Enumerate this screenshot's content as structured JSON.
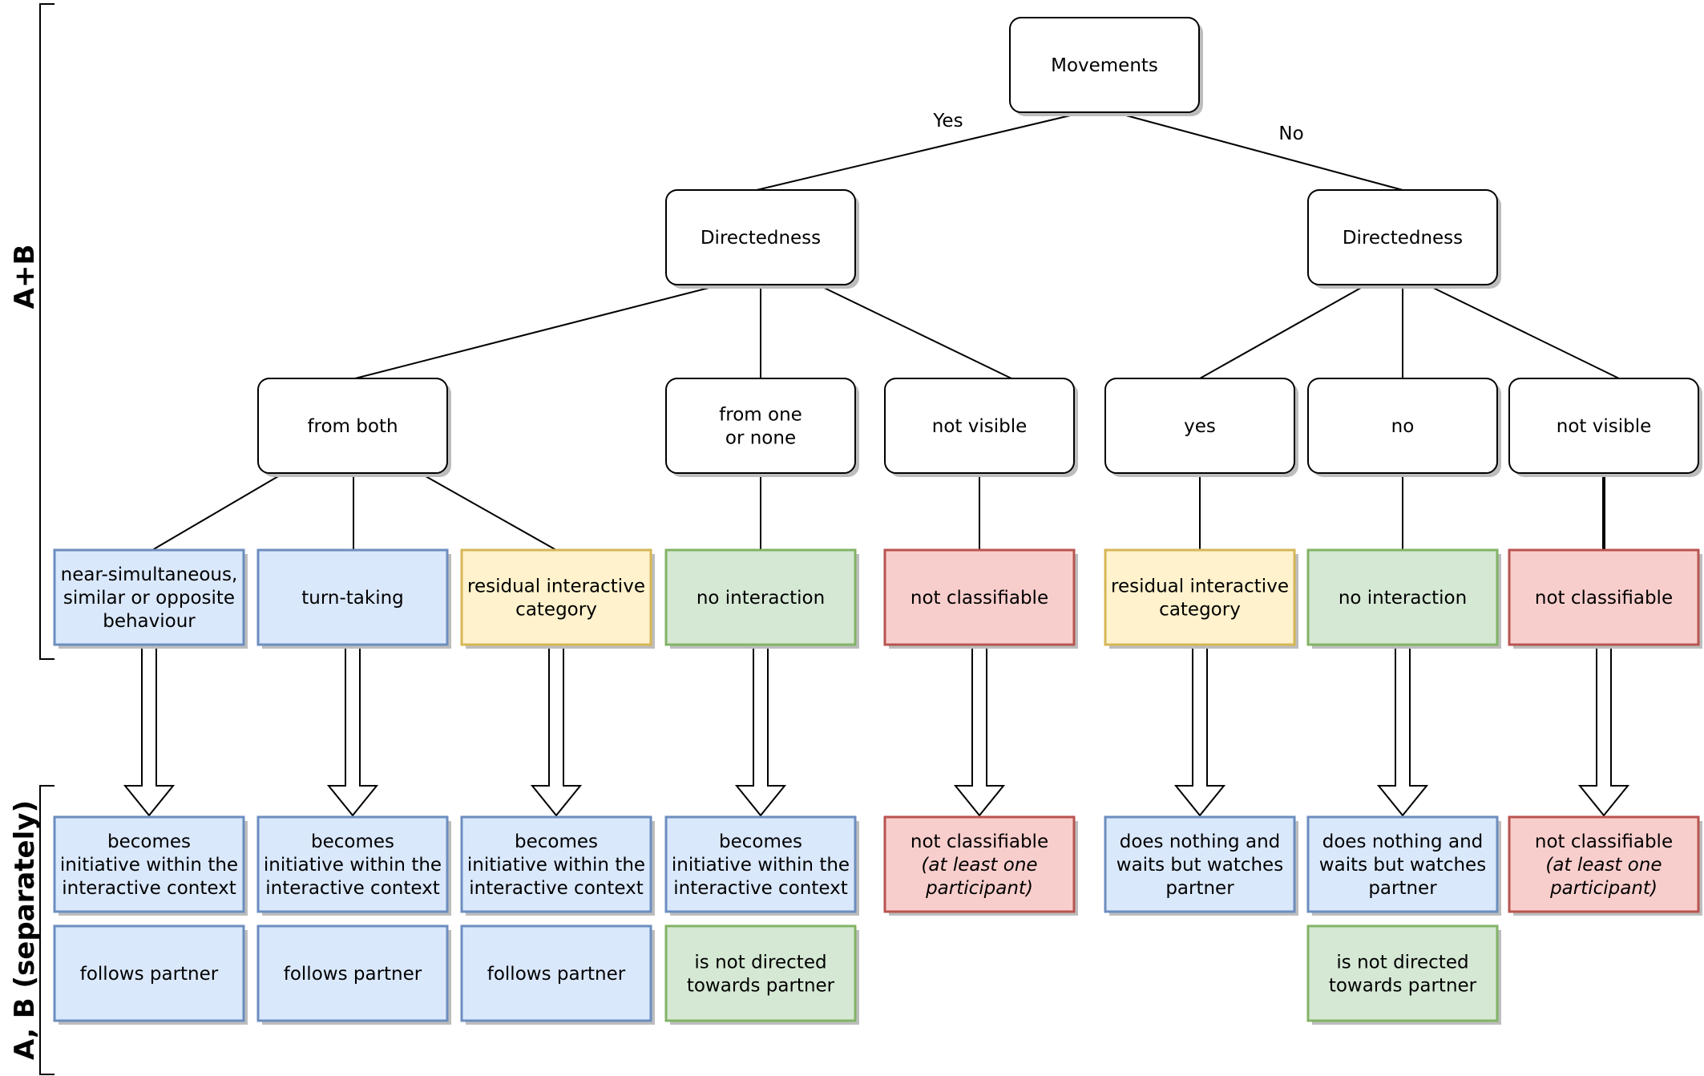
{
  "colors": {
    "blue": {
      "fill": "#dae8fc",
      "stroke": "#6c8ebf"
    },
    "yellow": {
      "fill": "#fff2cc",
      "stroke": "#d6b656"
    },
    "green": {
      "fill": "#d5e8d4",
      "stroke": "#82b366"
    },
    "red": {
      "fill": "#f8cecc",
      "stroke": "#b85450"
    },
    "white": {
      "fill": "#ffffff",
      "stroke": "#000000"
    }
  },
  "side_labels": {
    "joint": "A+B",
    "separate": "A, B (separately)"
  },
  "edge_labels": {
    "yes": "Yes",
    "no": "No"
  },
  "nodes": {
    "root": [
      "Movements"
    ],
    "dir_yes": [
      "Directedness"
    ],
    "dir_no": [
      "Directedness"
    ],
    "from_both": [
      "from both"
    ],
    "from_one": [
      "from one",
      "or none"
    ],
    "not_visible_1": [
      "not visible"
    ],
    "yes_node": [
      "yes"
    ],
    "no_node": [
      "no"
    ],
    "not_visible_2": [
      "not visible"
    ]
  },
  "categories": [
    [
      "near-simultaneous,",
      "similar or opposite",
      "behaviour"
    ],
    [
      "turn-taking"
    ],
    [
      "residual interactive",
      "category"
    ],
    [
      "no interaction"
    ],
    [
      "not classifiable"
    ],
    [
      "residual interactive",
      "category"
    ],
    [
      "no interaction"
    ],
    [
      "not classifiable"
    ]
  ],
  "outcomes_row1": [
    [
      "becomes",
      "initiative within the",
      "interactive context"
    ],
    [
      "becomes",
      "initiative within the",
      "interactive context"
    ],
    [
      "becomes",
      "initiative within the",
      "interactive context"
    ],
    [
      "becomes",
      "initiative within the",
      "interactive context"
    ],
    [
      "not classifiable",
      "(at least one",
      "participant)"
    ],
    [
      "does nothing and",
      "waits but watches",
      "partner"
    ],
    [
      "does nothing and",
      "waits but watches",
      "partner"
    ],
    [
      "not classifiable",
      "(at least one",
      "participant)"
    ]
  ],
  "outcomes_row2": [
    [
      "follows partner"
    ],
    [
      "follows partner"
    ],
    [
      "follows partner"
    ],
    [
      "is not directed",
      "towards partner"
    ],
    [
      "is not directed",
      "towards partner"
    ]
  ]
}
